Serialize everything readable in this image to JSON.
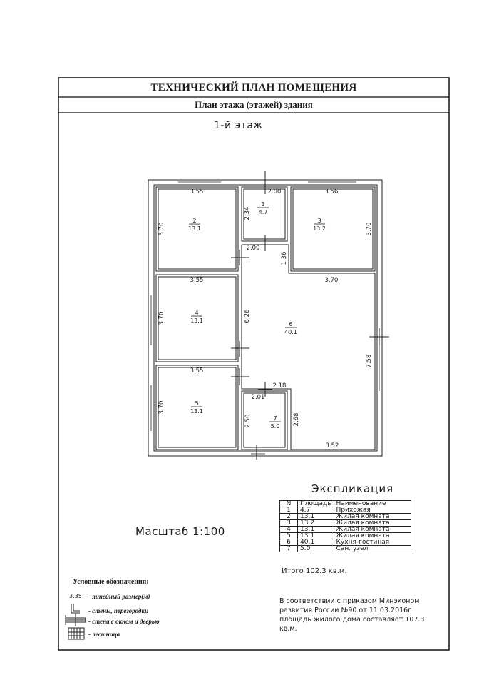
{
  "header": {
    "title": "ТЕХНИЧЕСКИЙ ПЛАН ПОМЕЩЕНИЯ",
    "subtitle": "План этажа (этажей) здания"
  },
  "floor_label": "1-й этаж",
  "rooms": [
    {
      "number": "1",
      "area": "4.7"
    },
    {
      "number": "2",
      "area": "13.1"
    },
    {
      "number": "3",
      "area": "13.2"
    },
    {
      "number": "4",
      "area": "13.1"
    },
    {
      "number": "5",
      "area": "13.1"
    },
    {
      "number": "6",
      "area": "40.1"
    },
    {
      "number": "7",
      "area": "5.0"
    }
  ],
  "dimensions": {
    "r2_top": "3.55",
    "r2_left": "3.70",
    "r1_top": "2.00",
    "r1_left": "2.34",
    "r1_bottom": "2.00",
    "r3_top": "3.56",
    "r3_right": "3.70",
    "hall_step": "1.36",
    "r4_top": "3.55",
    "r4_left": "3.70",
    "r6_top": "3.70",
    "r6_left": "6.26",
    "r6_right": "7.58",
    "r6_bottom": "3.52",
    "r5_top": "3.55",
    "r5_left": "3.70",
    "r7_top": "2.01",
    "r7_left": "2.50",
    "r7_right": "2.68",
    "passage": "2.18"
  },
  "scale_label": "Масштаб 1:100",
  "explication": {
    "title": "Экспликация",
    "headers": [
      "N",
      "Площадь",
      "Наименование"
    ],
    "rows": [
      [
        "1",
        "4.7",
        "Прихожая"
      ],
      [
        "2",
        "13.1",
        "Жилая комната"
      ],
      [
        "3",
        "13.2",
        "Жилая комната"
      ],
      [
        "4",
        "13.1",
        "Жилая комната"
      ],
      [
        "5",
        "13.1",
        "Жилая комната"
      ],
      [
        "6",
        "40.1",
        "Кухня-гостиная"
      ],
      [
        "7",
        "5.0",
        "Сан. узел"
      ]
    ],
    "total": "Итого 102.3 кв.м."
  },
  "note": "В соответствии с приказом Минэконом развития России №90 от 11.03.2016г площадь жилого дома составляет 107.3 кв.м.",
  "legend": {
    "title": "Условные обозначения:",
    "sample_dim": "3.35",
    "items": [
      "- линейный размер(м)",
      "- стены, перегородки",
      "- стена с окном и дверью",
      "- лестница"
    ]
  }
}
